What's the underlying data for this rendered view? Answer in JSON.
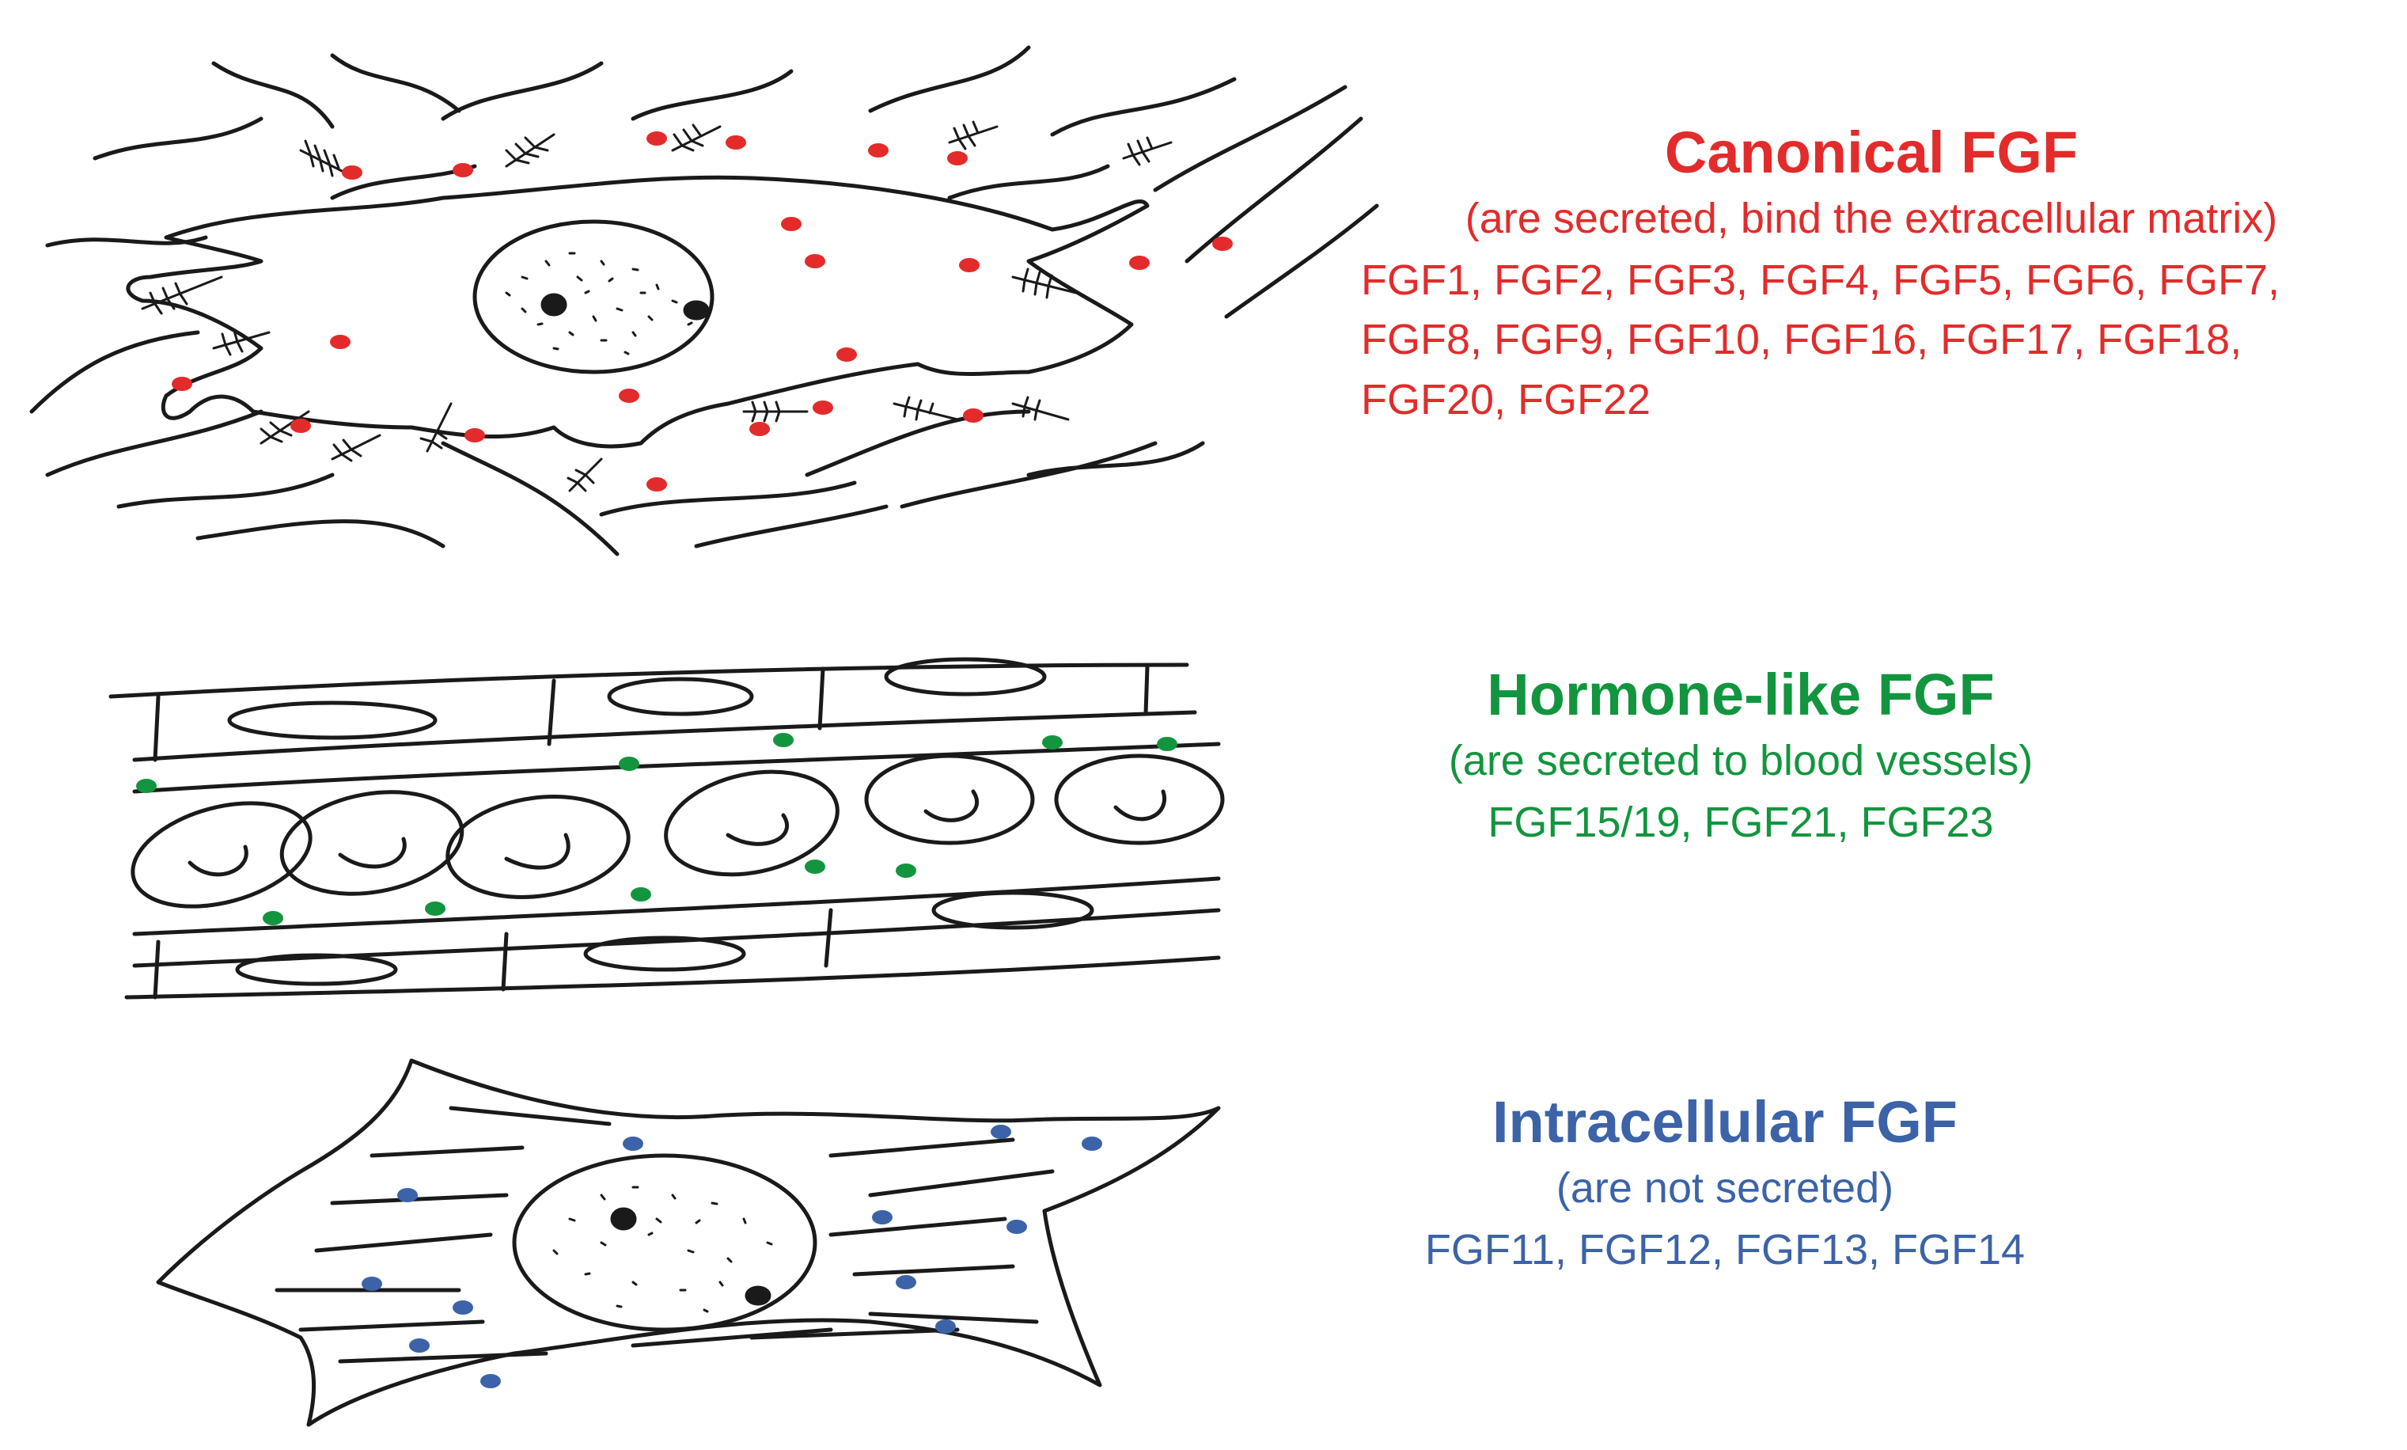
{
  "colors": {
    "canonical": "#e32b2b",
    "hormone": "#12953e",
    "intracellular": "#3c63a8",
    "ink": "#1a1a1a"
  },
  "groups": [
    {
      "id": "canonical",
      "title": "Canonical FGF",
      "subtitle": "(are secreted, bind the extracellular matrix)",
      "members": [
        "FGF1, FGF2, FGF3, FGF4, FGF5, FGF6, FGF7,",
        "FGF8, FGF9, FGF10, FGF16, FGF17, FGF18,",
        "FGF20, FGF22"
      ]
    },
    {
      "id": "hormone",
      "title": "Hormone-like FGF",
      "subtitle": "(are secreted to blood vessels)",
      "members": [
        "FGF15/19, FGF21, FGF23"
      ]
    },
    {
      "id": "intracellular",
      "title": "Intracellular FGF",
      "subtitle": "(are not secreted)",
      "members": [
        "FGF11, FGF12, FGF13, FGF14"
      ]
    }
  ],
  "illustrations": {
    "canonical": "fibroblast-in-extracellular-matrix",
    "hormone": "blood-vessel-with-red-blood-cells",
    "intracellular": "cell-with-cytoskeleton"
  }
}
